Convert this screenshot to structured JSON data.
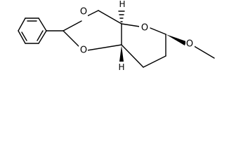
{
  "diagram": {
    "kind": "chemical-structure",
    "atoms": {
      "o_dioxane_top": "O",
      "o_dioxane_bottom": "O",
      "o_pyran": "O",
      "h_top": "H",
      "h_bottom": "H"
    },
    "stereo": {
      "wedges": [
        "c_fusion_bottom-h_bottom",
        "c_anomeric-o_methoxy"
      ],
      "hashes": [
        "c_fusion_top-h_top"
      ]
    },
    "colors": {
      "line": "#000000",
      "background": "#ffffff"
    }
  }
}
